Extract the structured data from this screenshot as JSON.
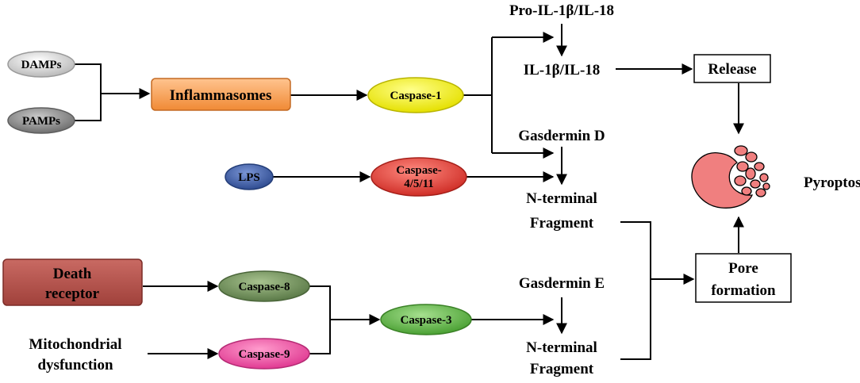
{
  "nodes": {
    "damps": "DAMPs",
    "pamps": "PAMPs",
    "inflammasomes": "Inflammasomes",
    "caspase1": "Caspase-1",
    "lps": "LPS",
    "caspase4511_line1": "Caspase-",
    "caspase4511_line2": "4/5/11",
    "death_receptor_line1": "Death",
    "death_receptor_line2": "receptor",
    "mito_line1": "Mitochondrial",
    "mito_line2": "dysfunction",
    "caspase8": "Caspase-8",
    "caspase9": "Caspase-9",
    "caspase3": "Caspase-3",
    "pro_il": "Pro-IL-1β/IL-18",
    "il": "IL-1β/IL-18",
    "release": "Release",
    "gasdermin_d": "Gasdermin D",
    "nterm_d_line1": "N-terminal",
    "nterm_d_line2": "Fragment",
    "gasdermin_e": "Gasdermin E",
    "nterm_e_line1": "N-terminal",
    "nterm_e_line2": "Fragment",
    "pore_line1": "Pore",
    "pore_line2": "formation",
    "pyroptosis": "Pyroptosis"
  },
  "colors": {
    "damps": "#cfcfcf",
    "pamps": "#8c8c8c",
    "inflammasomes": "#f4a460",
    "caspase1": "#f2f20a",
    "lps": "#3f5fa8",
    "caspase4511": "#e0443c",
    "death_receptor": "#b5504a",
    "caspase8": "#6f8f5a",
    "caspase9": "#ea4fa0",
    "caspase3": "#5cb043",
    "pyroptosis_cell": "#f07f7f"
  },
  "icons": {
    "pyroptosis": "ruptured-cell-icon"
  }
}
